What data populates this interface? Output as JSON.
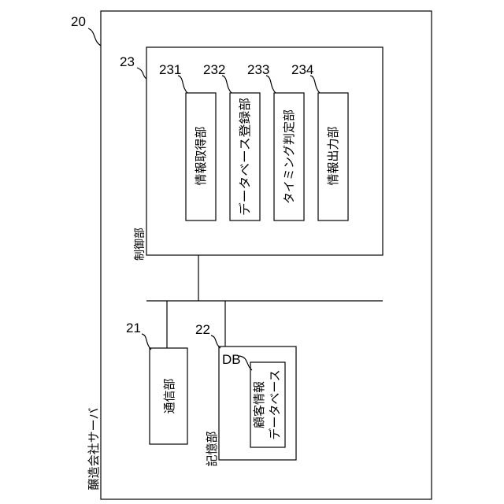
{
  "server": {
    "ref": "20",
    "label": "醸造会社サーバ"
  },
  "control_unit": {
    "ref": "23",
    "label": "制御部"
  },
  "modules": [
    {
      "ref": "231",
      "label": "情報取得部"
    },
    {
      "ref": "232",
      "label": "データベース登録部"
    },
    {
      "ref": "233",
      "label": "タイミング判定部"
    },
    {
      "ref": "234",
      "label": "情報出力部"
    }
  ],
  "comm_unit": {
    "ref": "21",
    "label": "通信部"
  },
  "storage_unit": {
    "ref": "22",
    "label": "記憶部",
    "db_tag": "DB",
    "db_label_line1": "顧客情報",
    "db_label_line2": "データベース"
  }
}
